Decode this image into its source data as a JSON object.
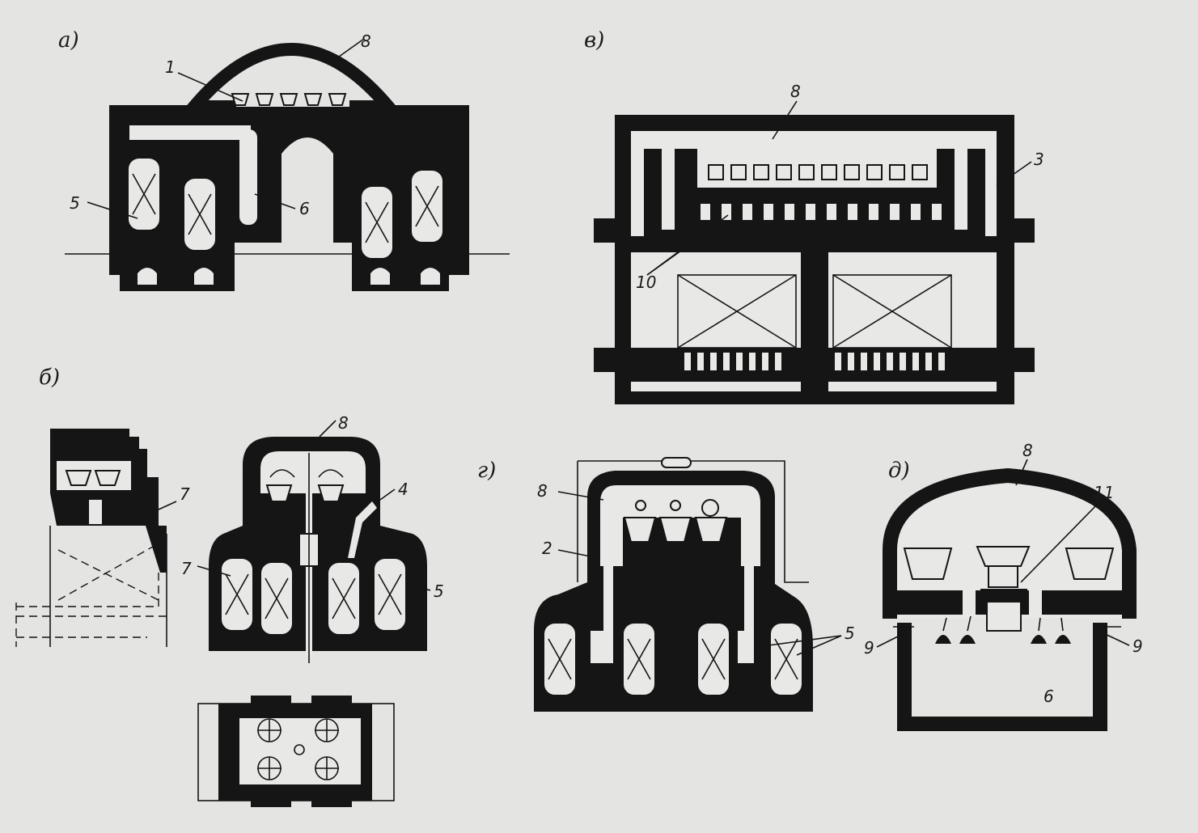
{
  "panels": {
    "a": {
      "letter": "а)",
      "labels": [
        "8",
        "1",
        "5",
        "6"
      ]
    },
    "b": {
      "letter": "б)",
      "labels": [
        "8",
        "7",
        "4",
        "7",
        "5"
      ]
    },
    "v": {
      "letter": "в)",
      "labels": [
        "8",
        "3",
        "10"
      ]
    },
    "g": {
      "letter": "г)",
      "labels": [
        "8",
        "2",
        "5"
      ]
    },
    "d": {
      "letter": "д)",
      "labels": [
        "8",
        "11",
        "9",
        "9",
        "6"
      ]
    }
  },
  "colors": {
    "background": "#e4e4e2",
    "ink": "#151515"
  }
}
